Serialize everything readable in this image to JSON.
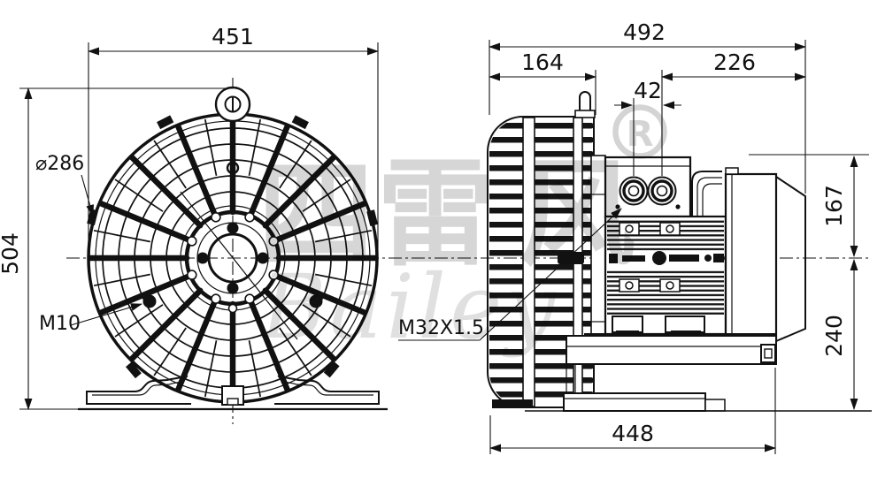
{
  "dims": {
    "front": {
      "width": "451",
      "height": "504",
      "guard_diameter": "⌀286",
      "lug_thread": "M10"
    },
    "side": {
      "overall_width": "492",
      "housing_depth": "164",
      "motor_section": "226",
      "gland_spacing": "42",
      "axis_to_top": "167",
      "axis_to_base": "240",
      "base_length": "448",
      "cable_gland_thread": "M32X1.5"
    }
  },
  "watermark": {
    "cn1": "四",
    "cn2": "雷",
    "cn3": "风",
    "registered": "®",
    "script": "Bailey"
  },
  "colors": {
    "line": "#111111",
    "background": "#ffffff",
    "watermark_gray": "#c4c4c4"
  }
}
